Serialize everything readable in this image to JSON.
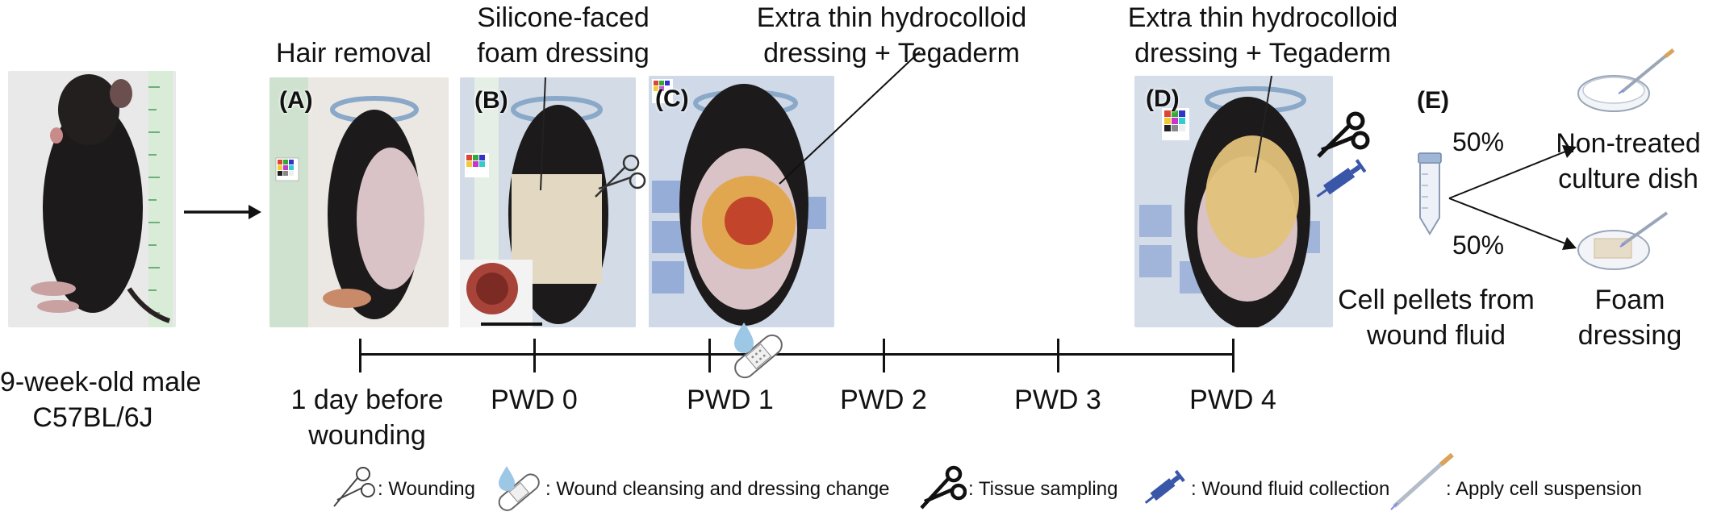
{
  "mouse": {
    "caption_line1": "9-week-old male",
    "caption_line2": "C57BL/6J"
  },
  "panels": {
    "A": {
      "letter": "(A)",
      "title": "Hair removal"
    },
    "B": {
      "letter": "(B)",
      "title_line1": "Silicone-faced",
      "title_line2": "foam dressing"
    },
    "C": {
      "letter": "(C)",
      "title_line1": "Extra thin hydrocolloid",
      "title_line2": "dressing + Tegaderm"
    },
    "D": {
      "letter": "(D)",
      "title_line1": "Extra thin hydrocolloid",
      "title_line2": "dressing + Tegaderm"
    },
    "E": {
      "letter": "(E)",
      "pct_top": "50%",
      "pct_bottom": "50%",
      "target_top_line1": "Non-treated",
      "target_top_line2": "culture dish",
      "source_line1": "Cell pellets from",
      "source_line2": "wound fluid",
      "target_bottom_line1": "Foam",
      "target_bottom_line2": "dressing"
    }
  },
  "timeline": {
    "labels": [
      {
        "line1": "1 day before",
        "line2": "wounding"
      },
      {
        "line1": "PWD 0"
      },
      {
        "line1": "PWD 1"
      },
      {
        "line1": "PWD 2"
      },
      {
        "line1": "PWD 3"
      },
      {
        "line1": "PWD 4"
      }
    ]
  },
  "legend": {
    "wounding": ": Wounding",
    "cleansing": ": Wound cleansing and dressing change",
    "sampling": ": Tissue sampling",
    "fluid": ": Wound fluid collection",
    "apply": ": Apply cell suspension"
  },
  "icons": [
    "scissors-icon",
    "bandage-icon",
    "syringe-icon",
    "pipette-icon",
    "tube-icon",
    "petri-dish-icon",
    "ruler-icon",
    "color-chart-icon"
  ],
  "colors": {
    "syringe": "#3a56a8",
    "hydrocolloid": "#e0a54a",
    "wound": "#c2442a",
    "fur": "#1c1a1a",
    "skin": "#d9c3c7"
  }
}
